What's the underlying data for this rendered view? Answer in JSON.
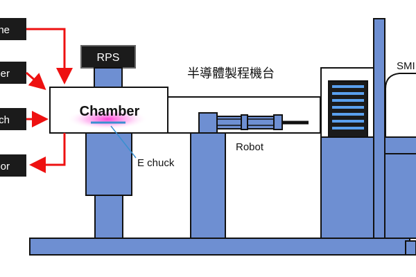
{
  "colors": {
    "machine": "#6e8fd2",
    "outline": "#111111",
    "arrow": "#ee1111",
    "label_box": "#1b1b1b",
    "label_text": "#ffffff",
    "glow": "#ff3bd6",
    "chuck": "#3a8fd0",
    "stack": "#5aa0ee"
  },
  "side_labels": [
    {
      "id": "label-1",
      "text": "ne"
    },
    {
      "id": "label-2",
      "text": "er"
    },
    {
      "id": "label-3",
      "text": "ch"
    },
    {
      "id": "label-4",
      "text": "or"
    }
  ],
  "rps_label": "RPS",
  "chamber_label": "Chamber",
  "echuck_label": "E chuck",
  "robot_label": "Robot",
  "title": "半導體製程機台",
  "smif_label": "SMI"
}
